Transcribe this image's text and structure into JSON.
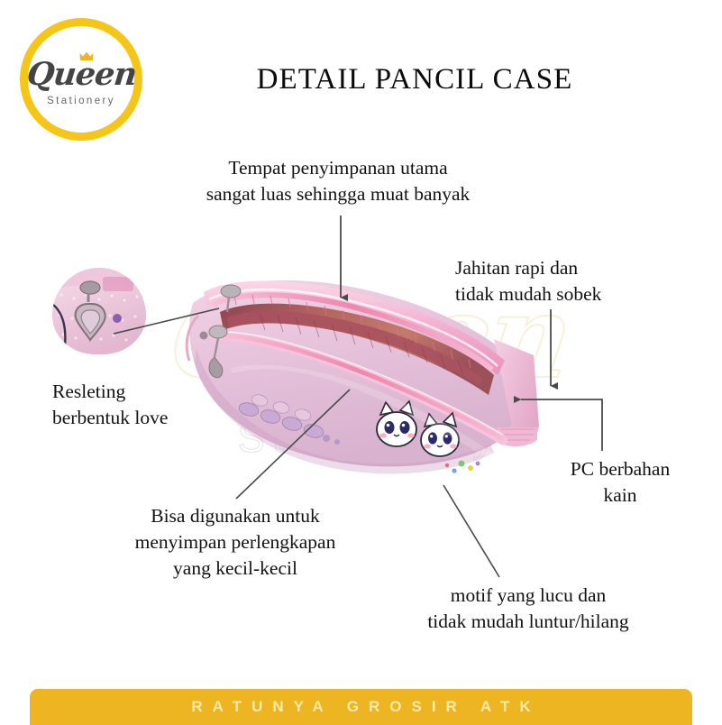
{
  "brand": {
    "logo_word": "Queen",
    "logo_subtitle": "Stationery",
    "crown_icon": "crown-icon",
    "accent_color": "#F5C518"
  },
  "header": {
    "title": "DETAIL PANCIL CASE"
  },
  "watermark": {
    "word": "Queen",
    "subtitle": "Stationery"
  },
  "annotations": [
    {
      "id": "main-storage",
      "text": "Tempat penyimpanan utama\nsangat luas sehingga muat banyak"
    },
    {
      "id": "stitching",
      "text": "Jahitan rapi dan\ntidak mudah sobek"
    },
    {
      "id": "zipper-love",
      "text": "Resleting\nberbentuk love"
    },
    {
      "id": "pc-material",
      "text": "PC berbahan\nkain"
    },
    {
      "id": "small-items",
      "text": "Bisa digunakan untuk\nmenyimpan   perlengkapan\nyang kecil-kecil"
    },
    {
      "id": "motif",
      "text": "motif yang lucu dan\ntidak mudah luntur/hilang"
    }
  ],
  "product": {
    "name": "pink-pencil-case",
    "body_color": "#E8C4DA",
    "trim_color": "#F0A8C8",
    "interior_color": "#A85260",
    "zipper_color": "#F07FA8",
    "character_icon": "cartoon-cat-face-icon"
  },
  "inset": {
    "name": "zipper-pull-closeup",
    "pull_icon": "heart-zipper-pull-icon"
  },
  "banner": {
    "text": "RATUNYA GROSIR ATK",
    "background_color": "#EDB521",
    "text_color": "#FBEAA8"
  }
}
